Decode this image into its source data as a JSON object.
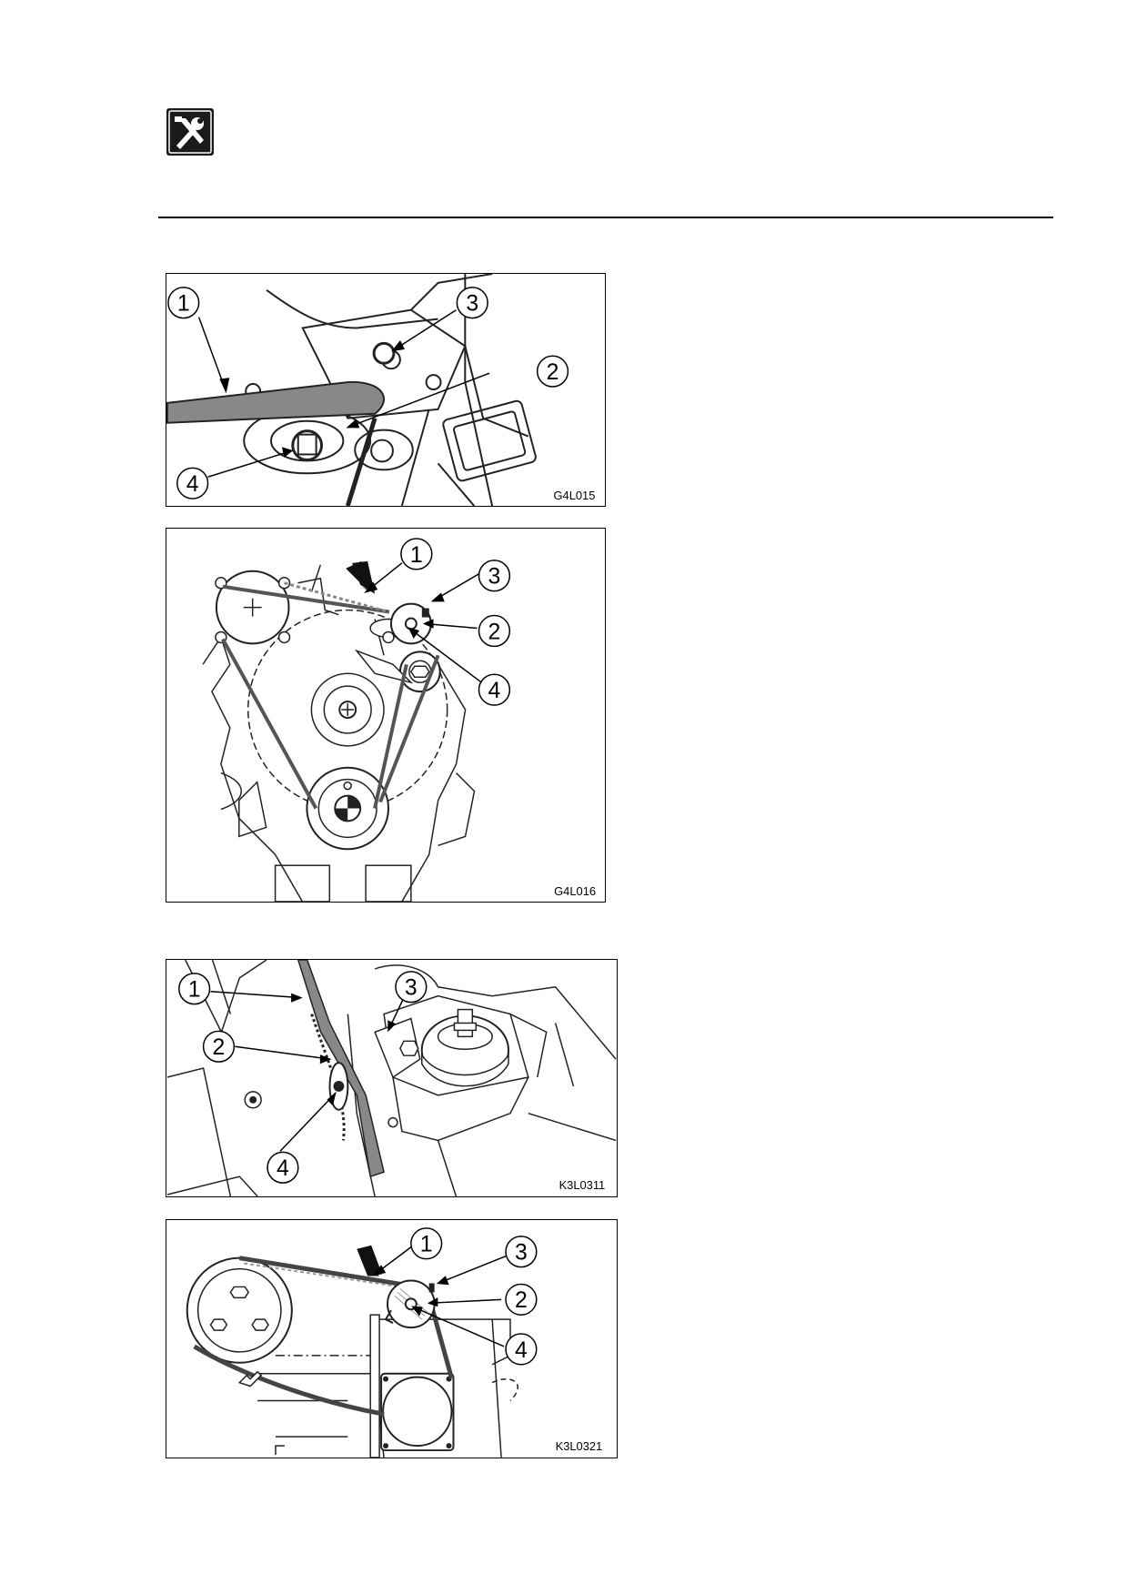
{
  "figures": [
    {
      "code": "G4L015",
      "callouts": [
        "1",
        "2",
        "3",
        "4"
      ]
    },
    {
      "code": "G4L016",
      "callouts": [
        "1",
        "2",
        "3",
        "4"
      ]
    },
    {
      "code": "K3L0311",
      "callouts": [
        "1",
        "2",
        "3",
        "4"
      ]
    },
    {
      "code": "K3L0321",
      "callouts": [
        "1",
        "2",
        "3",
        "4"
      ]
    }
  ],
  "icon": "tools-icon"
}
